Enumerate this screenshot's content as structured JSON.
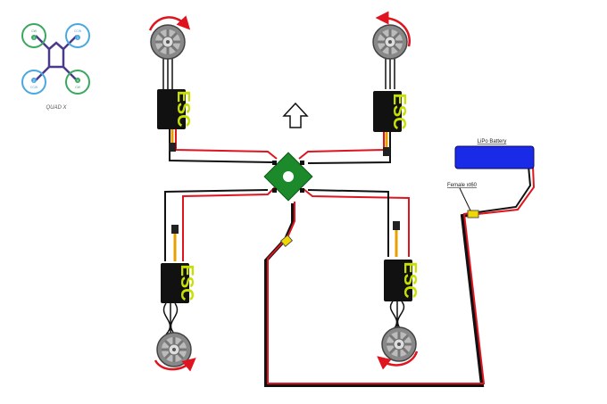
{
  "quad_icon": {
    "caption": "QUAD X",
    "motors": [
      {
        "dir": "CW",
        "num": "3"
      },
      {
        "dir": "CCW",
        "num": "1"
      },
      {
        "dir": "CCW",
        "num": "2"
      },
      {
        "dir": "CW",
        "num": "4"
      }
    ]
  },
  "escs": [
    {
      "label": "ESC"
    },
    {
      "label": "ESC"
    },
    {
      "label": "ESC"
    },
    {
      "label": "ESC"
    }
  ],
  "battery": {
    "label": "LiPo Battery",
    "color": "#1a2be8"
  },
  "connector": {
    "label": "Female xt60",
    "color": "#f2d600"
  },
  "colors": {
    "red_wire": "#e0141e",
    "black_wire": "#111111",
    "pdb": "#1c8a2a"
  }
}
